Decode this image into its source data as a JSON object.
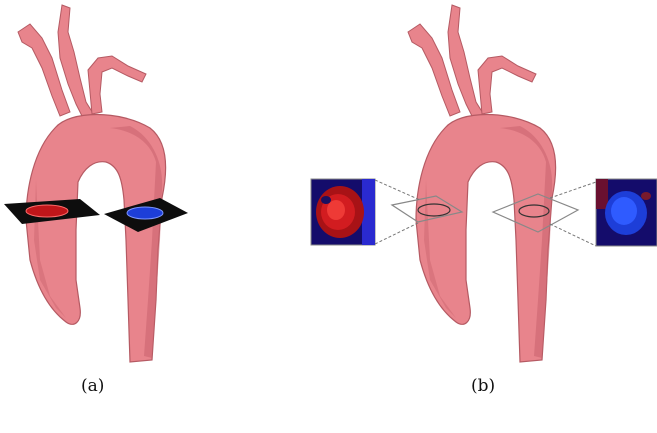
{
  "figure": {
    "panels": [
      {
        "id": "a",
        "caption": "(a)",
        "content": "aorta-with-measurement-planes"
      },
      {
        "id": "b",
        "caption": "(b)",
        "content": "aorta-with-flow-insets"
      }
    ]
  },
  "colors": {
    "vessel": "#e8848c",
    "vessel_shade": "#c9636d",
    "vessel_outline": "#b55a63",
    "plane": "#0d0d0d",
    "ascending_flow": "#c0161a",
    "descending_flow": "#1d3ed8",
    "inset_background": "#140c6b",
    "plane_outline": "#888888"
  }
}
